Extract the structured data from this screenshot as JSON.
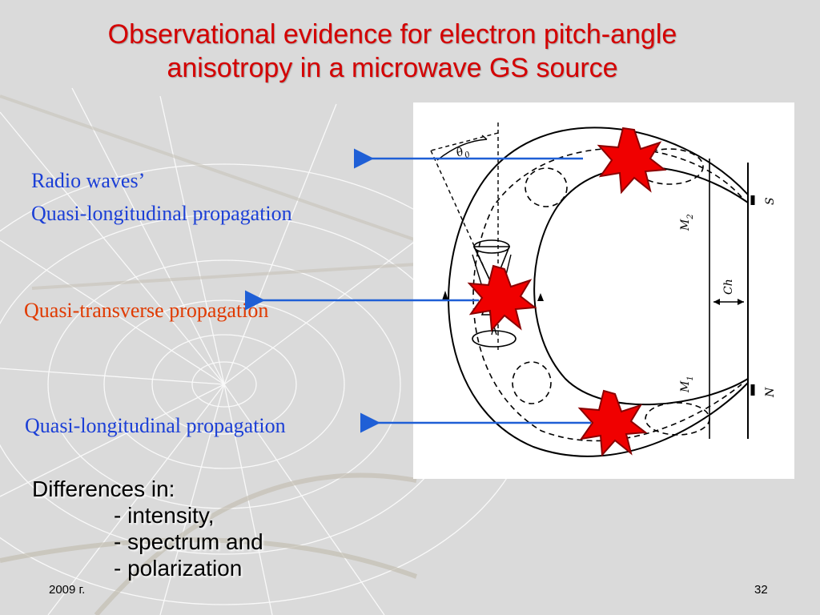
{
  "slide": {
    "title_line1": "Observational evidence for electron pitch-angle",
    "title_line2": "anisotropy in a microwave GS source",
    "label_radio": "Radio waves’",
    "label_ql_top": "Quasi-longitudinal propagation",
    "label_qt": "Quasi-transverse propagation",
    "label_ql_bottom": "Quasi-longitudinal propagation",
    "diff_heading": "Differences in:",
    "diff_items": [
      "- intensity,",
      "- spectrum and",
      "- polarization"
    ],
    "footer_date": "2009 г.",
    "page_number": "32"
  },
  "diagram": {
    "label_theta": "θ",
    "label_theta_sub": "0",
    "label_M2": "M",
    "label_M2_sub": "2",
    "label_M1": "M",
    "label_M1_sub": "1",
    "label_Ch": "Ch",
    "label_S": "S",
    "label_N": "N"
  },
  "colors": {
    "title": "#d40000",
    "blue_text": "#1b3fd6",
    "orange_text": "#e03a00",
    "arrow": "#1f5fd6",
    "burst_fill": "#f00000",
    "burst_stroke": "#8a0000"
  }
}
